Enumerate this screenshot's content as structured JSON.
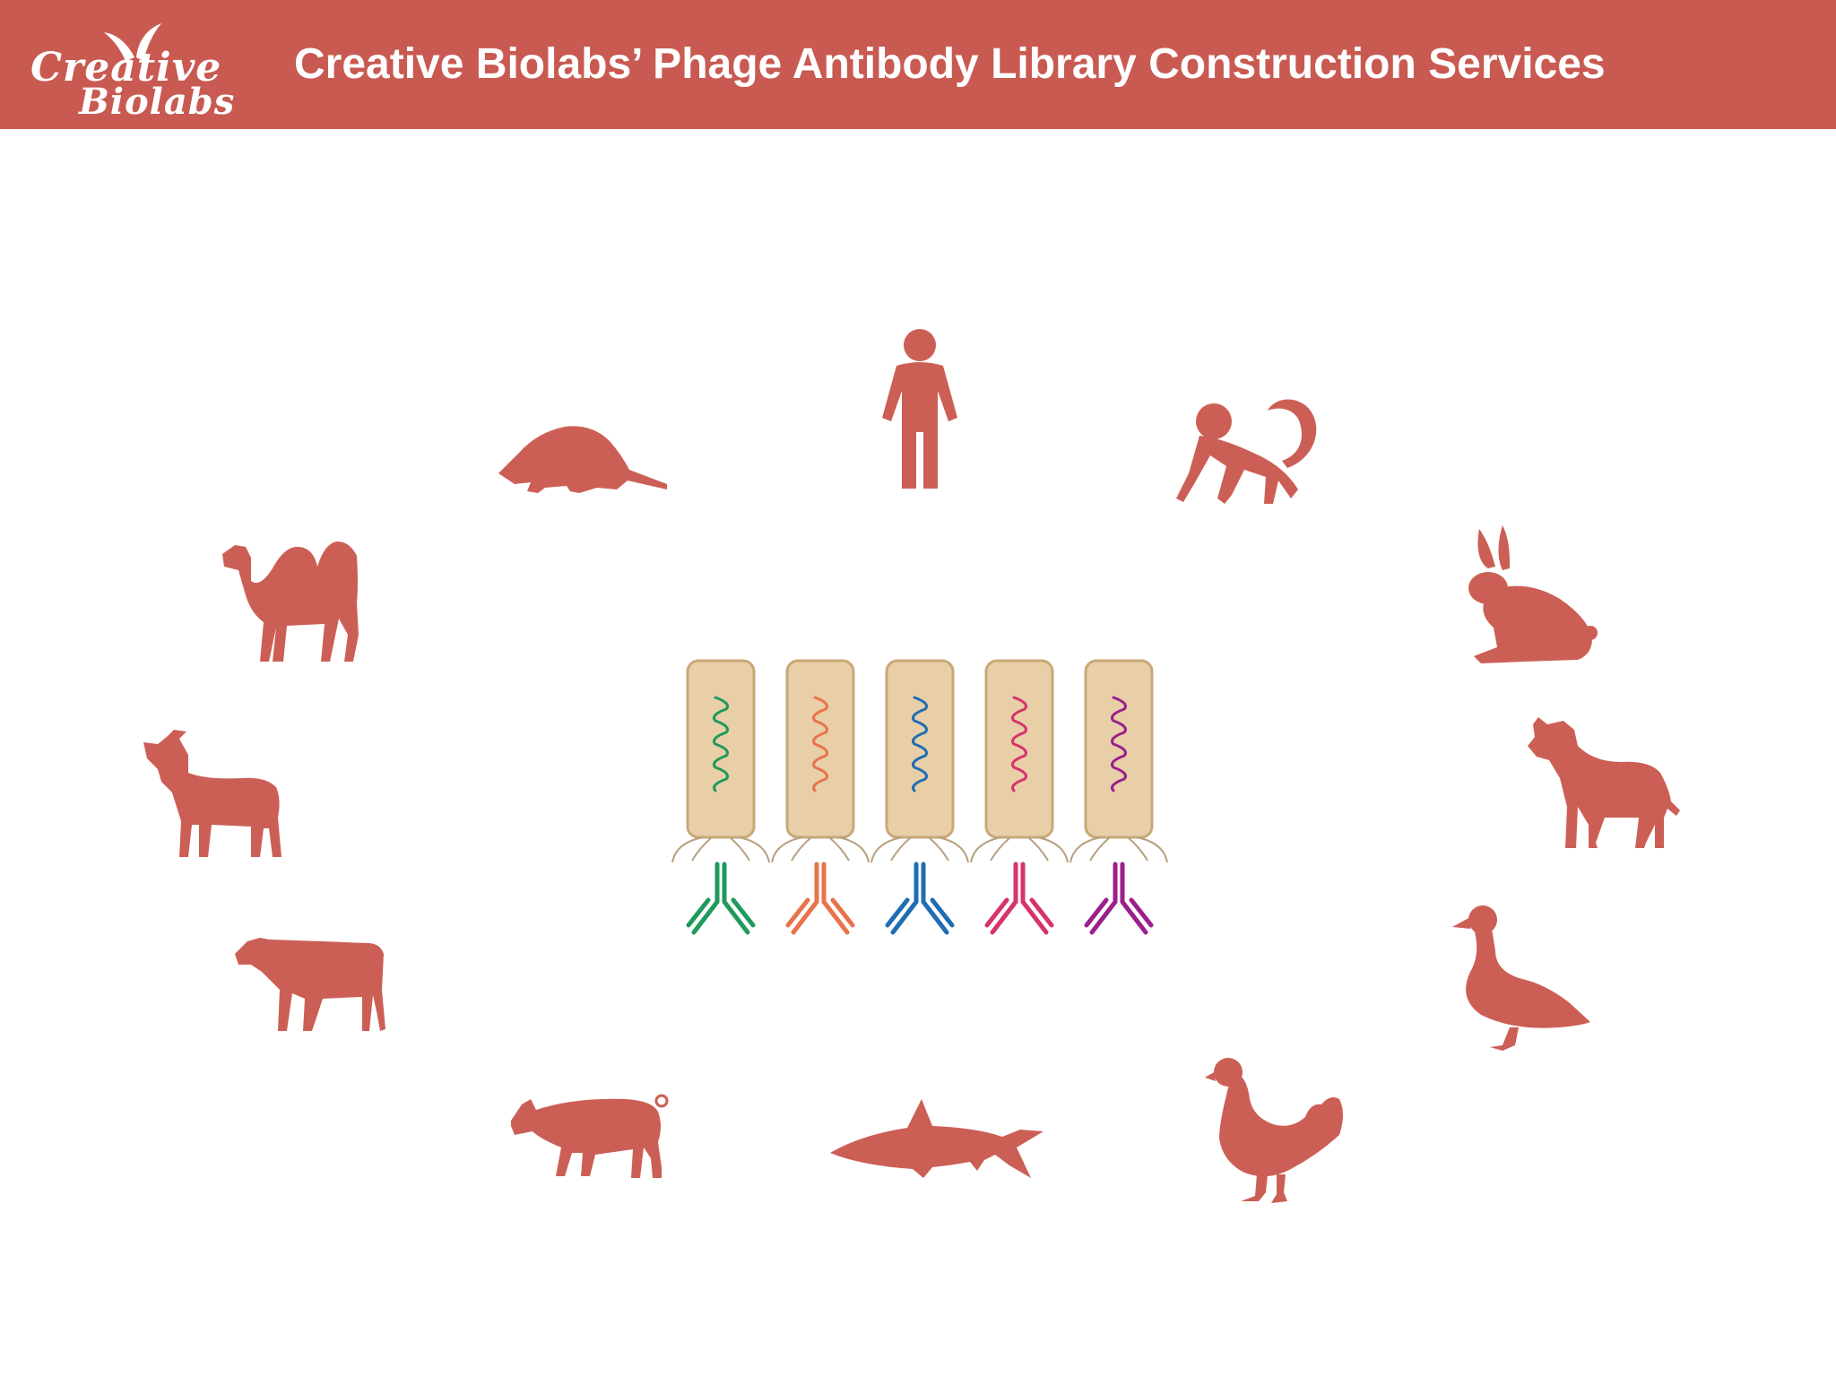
{
  "colors": {
    "banner": "#c85a52",
    "animal": "#cc5f55",
    "cell_fill": "#e8cfa8",
    "cell_stroke": "#c9a877",
    "pili": "#b8a07e",
    "text": "#ffffff"
  },
  "header": {
    "logo_line1": "Creative",
    "logo_line2": "Biolabs",
    "title": "Creative Biolabs’ Phage Antibody Library Construction Services"
  },
  "diagram": {
    "animals": [
      "human-icon",
      "monkey-icon",
      "rabbit-icon",
      "dog-icon",
      "duck-icon",
      "chicken-icon",
      "shark-icon",
      "pig-icon",
      "cow-icon",
      "goat-icon",
      "camel-icon",
      "rat-icon"
    ],
    "cells": [
      {
        "name": "cell-green",
        "color": "#1f9a5b"
      },
      {
        "name": "cell-orange",
        "color": "#e8734a"
      },
      {
        "name": "cell-blue",
        "color": "#1f6db3"
      },
      {
        "name": "cell-pink",
        "color": "#d6336c"
      },
      {
        "name": "cell-purple",
        "color": "#9b1f8c"
      }
    ]
  }
}
